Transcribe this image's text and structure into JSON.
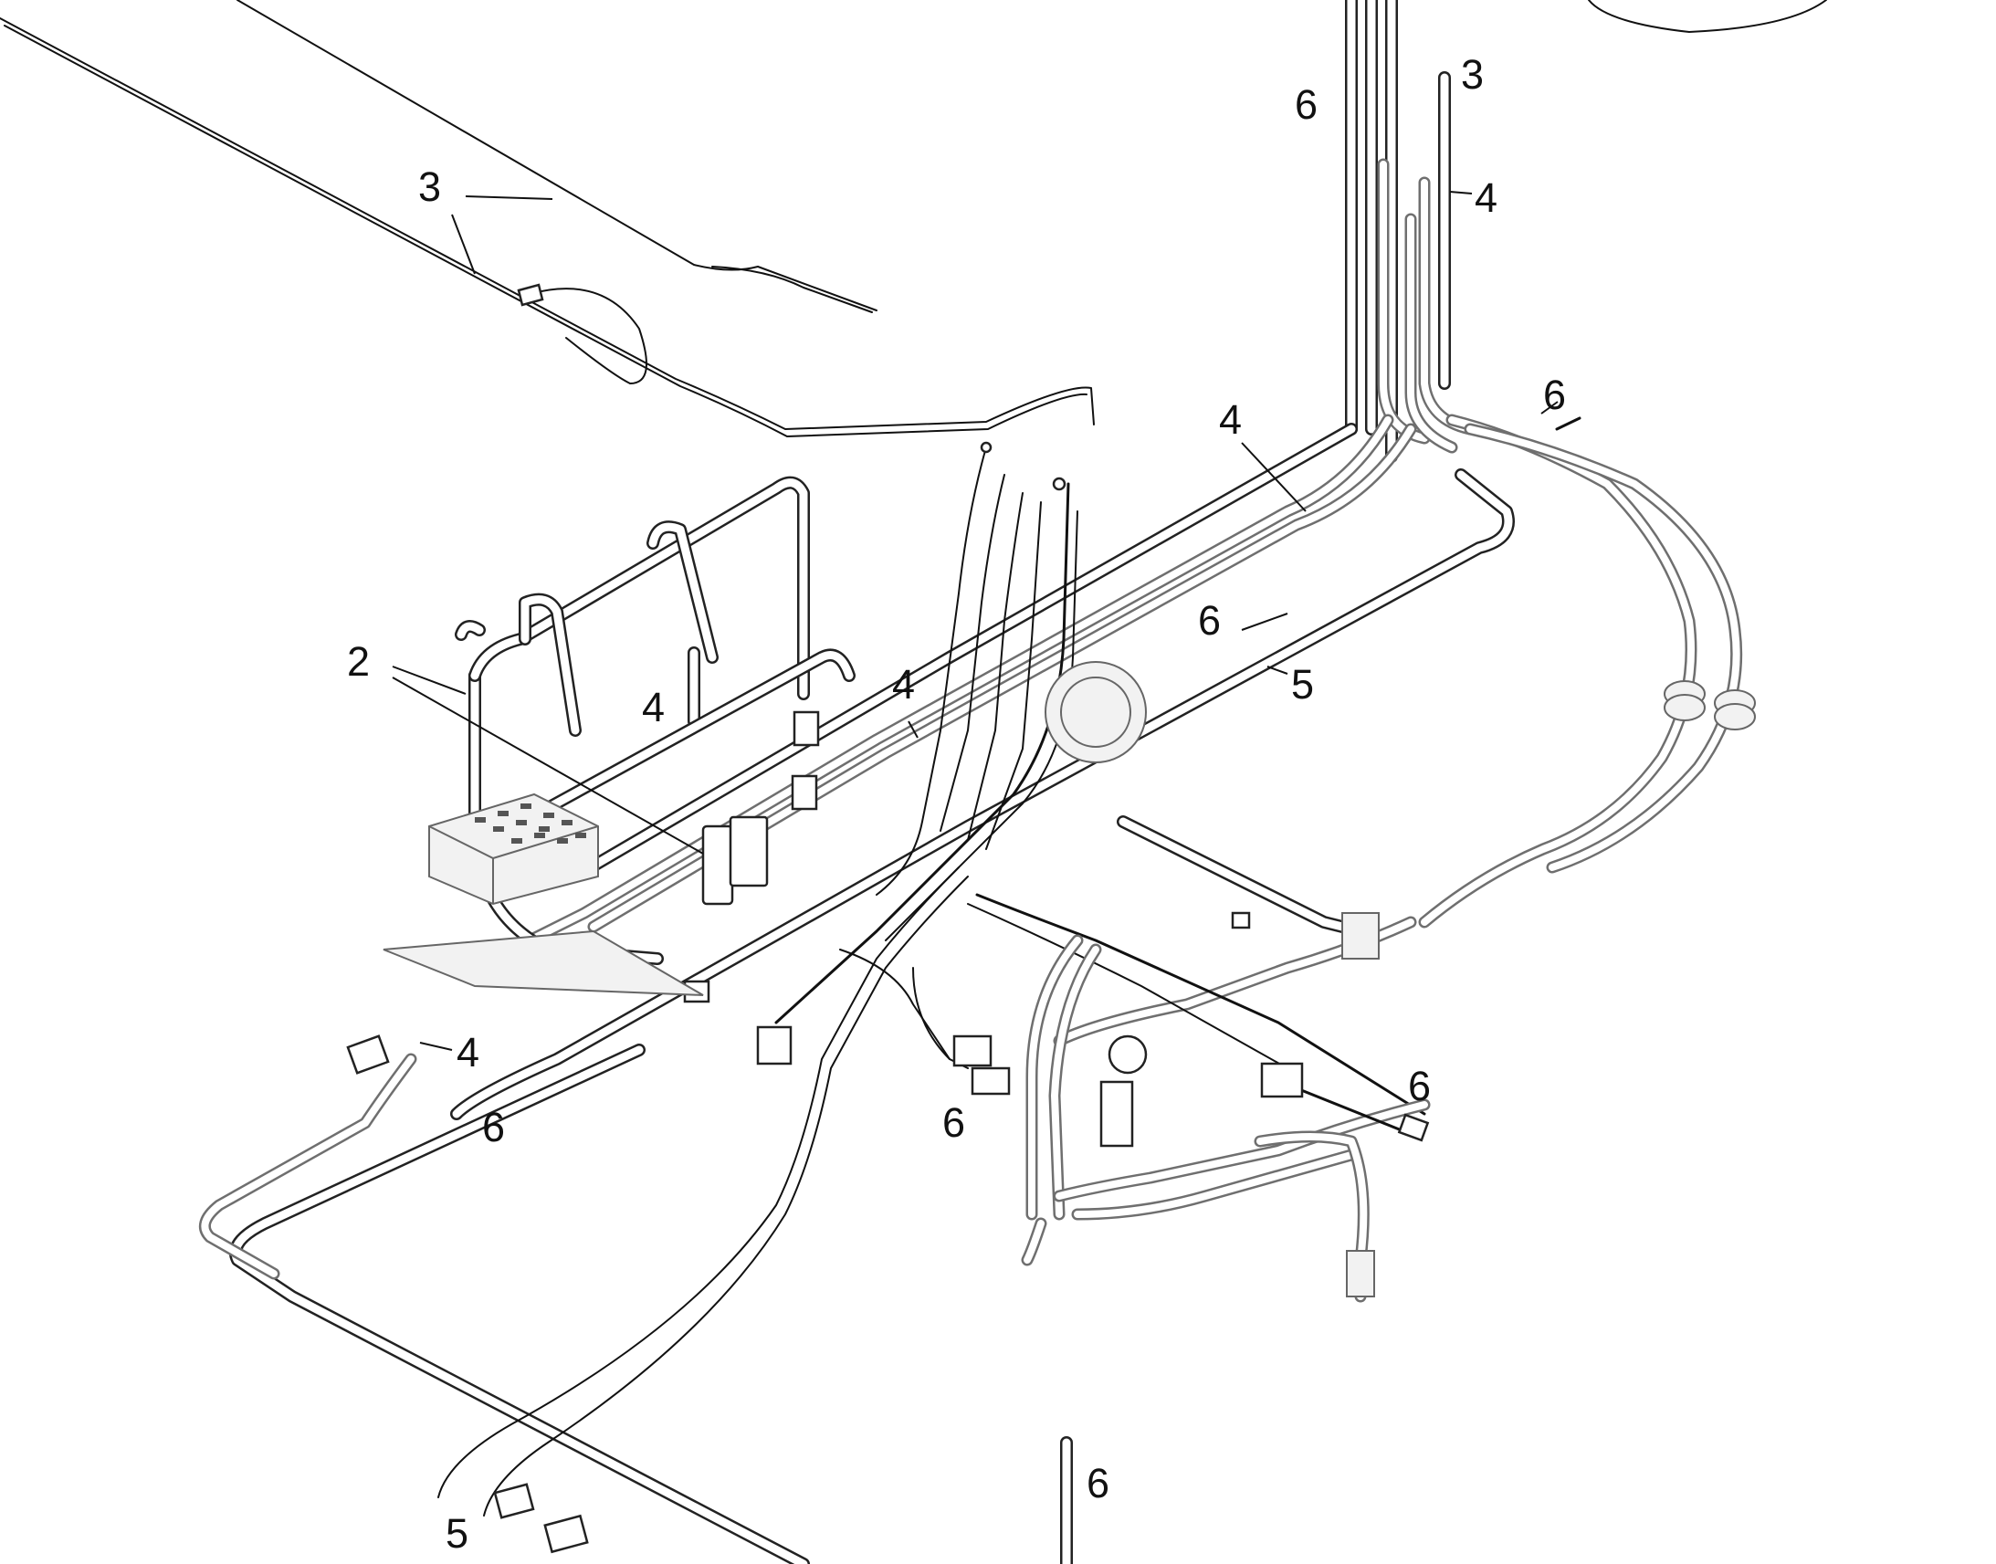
{
  "callouts": [
    {
      "id": "c1",
      "text": "3"
    },
    {
      "id": "c2",
      "text": "6"
    },
    {
      "id": "c3",
      "text": "3"
    },
    {
      "id": "c4",
      "text": "4"
    },
    {
      "id": "c5",
      "text": "6"
    },
    {
      "id": "c6",
      "text": "4"
    },
    {
      "id": "c7",
      "text": "6"
    },
    {
      "id": "c8",
      "text": "5"
    },
    {
      "id": "c9",
      "text": "2"
    },
    {
      "id": "c10",
      "text": "4"
    },
    {
      "id": "c11",
      "text": "4"
    },
    {
      "id": "c12",
      "text": "4"
    },
    {
      "id": "c13",
      "text": "6"
    },
    {
      "id": "c14",
      "text": "6"
    },
    {
      "id": "c15",
      "text": "6"
    },
    {
      "id": "c16",
      "text": "6"
    },
    {
      "id": "c17",
      "text": "5"
    }
  ]
}
